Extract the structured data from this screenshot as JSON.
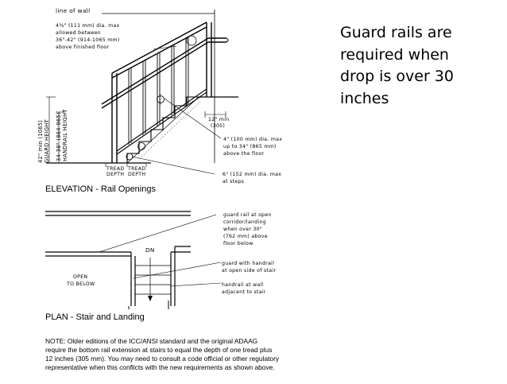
{
  "elevation": {
    "line_of_wall": "line of wall",
    "handrail_note": [
      "4⅜\" (111 mm) dia. max",
      "allowed between",
      "36\"-42\" (914-1065 mm)",
      "above finished floor"
    ],
    "guard_height": [
      "42\" min (1065)",
      "GUARD HEIGHT"
    ],
    "handrail_height": [
      "34-38\" (864-965)",
      "HANDRAIL HEIGHT"
    ],
    "twelve_min": [
      "12\" min",
      "(305)"
    ],
    "four_inch_note": [
      "4\" (100 mm) dia. max",
      "up to 34\" (865 mm)",
      "above the floor"
    ],
    "six_inch_note": [
      "6\" (152 mm) dia. max",
      "at steps"
    ],
    "tread_depth_1": [
      "TREAD",
      "DEPTH"
    ],
    "tread_depth_2": [
      "TREAD",
      "DEPTH"
    ],
    "caption": "ELEVATION - Rail Openings"
  },
  "plan": {
    "guard_rail_note": [
      "guard rail at open",
      "corridor/landing",
      "when over 30\"",
      "(762 mm) above",
      "floor below"
    ],
    "dn": "DN",
    "open_to_below": [
      "OPEN",
      "TO BELOW"
    ],
    "guard_handrail_note": [
      "guard with handrail",
      "at open side of stair"
    ],
    "handrail_wall_note": [
      "handrail at wall",
      "adjacent to stair"
    ],
    "caption": "PLAN - Stair and Landing"
  },
  "note": [
    "NOTE: Older editions of the ICC/ANSI standard and the original ADAAG",
    "require the bottom rail extension at stairs to equal the depth of one tread plus",
    "12 inches (305 mm). You may need to consult a code official or other regulatory",
    "representative when this conflicts with the new requirements as shown above."
  ],
  "slide_text": [
    "Guard rails are",
    "required when",
    "drop is over 30",
    "inches"
  ]
}
